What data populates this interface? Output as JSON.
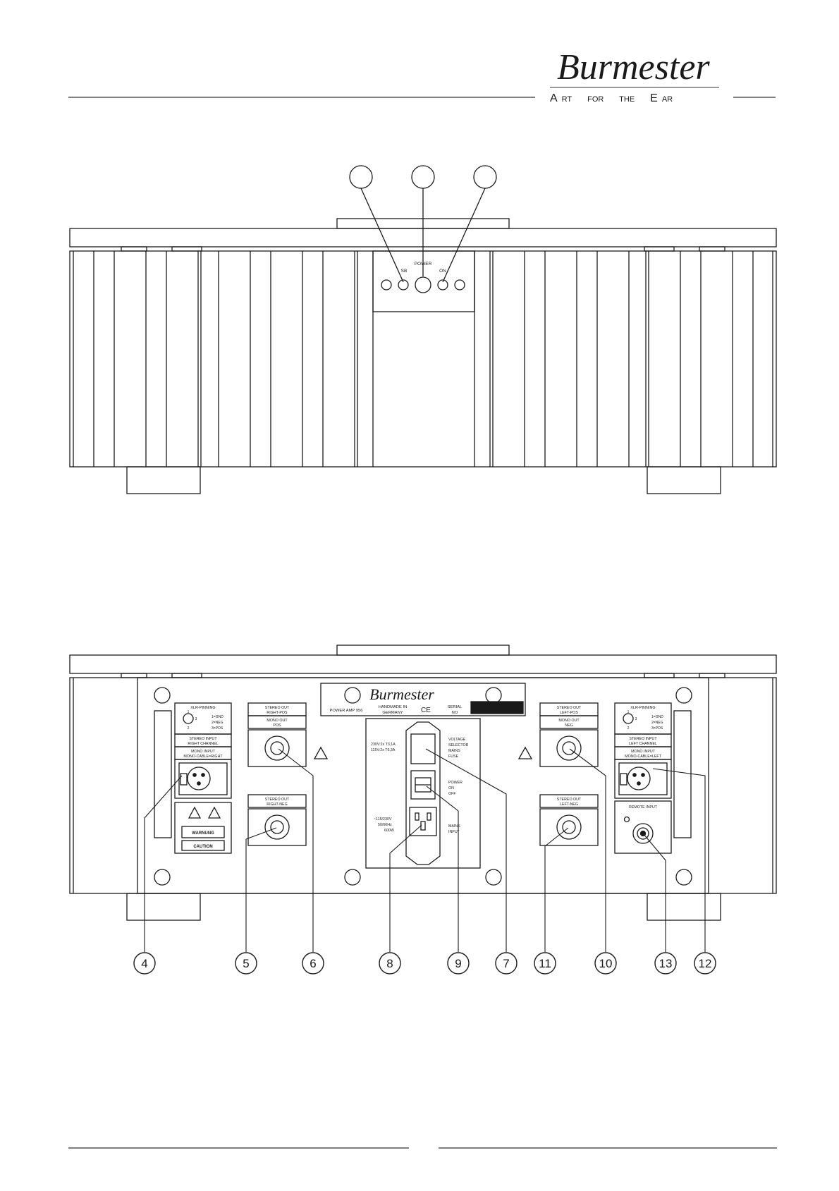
{
  "header": {
    "brand": "Burmester",
    "tagline": {
      "c1": "A",
      "c2": "RT",
      "c3": "FOR",
      "c4": "THE",
      "c5": "E",
      "c6": "AR"
    }
  },
  "front_panel": {
    "power_label": "POWER",
    "sb_label": "SB",
    "on_label": "ON"
  },
  "rear_panel": {
    "plate": {
      "brand": "Burmester",
      "model": "POWER AMP 956",
      "handmade_l1": "HANDMADE IN",
      "handmade_l2": "GERMANY",
      "ce": "CE",
      "serial_l1": "SERIAL",
      "serial_l2": "NO"
    },
    "right_side": {
      "xlr_pinning": "XLR-PINNING",
      "pin_1": "1",
      "pin_2": "2",
      "pin_3": "3",
      "gnd": "1=GND",
      "neg": "2=NEG",
      "pos": "3=POS",
      "stereo_input": "STEREO INPUT",
      "right_channel": "RIGHT CHANNEL",
      "mono_input": "MONO INPUT",
      "mono_cable": "MONO-CABLE=RIGHT",
      "warnung": "WARNUNG",
      "caution": "CAUTION"
    },
    "left_side": {
      "xlr_pinning": "XLR-PINNING",
      "pin_1": "1",
      "pin_2": "2",
      "pin_3": "3",
      "gnd": "1=GND",
      "neg": "2=NEG",
      "pos": "3=POS",
      "stereo_input": "STEREO INPUT",
      "left_channel": "LEFT CHANNEL",
      "mono_input": "MONO INPUT",
      "mono_cable": "MONO-CABLE=LEFT",
      "remote_input": "REMOTE INPUT"
    },
    "outputs": {
      "right_top_l1": "STEREO OUT",
      "right_top_l2": "RIGHT-POS",
      "right_mono_l1": "MONO OUT",
      "right_mono_l2": "POS",
      "right_bottom_l1": "STEREO OUT",
      "right_bottom_l2": "RIGHT-NEG",
      "left_top_l1": "STEREO OUT",
      "left_top_l2": "LEFT-POS",
      "left_mono_l1": "MONO OUT",
      "left_mono_l2": "NEG",
      "left_bottom_l1": "STEREO OUT",
      "left_bottom_l2": "LEFT-NEG"
    },
    "mains": {
      "rating_l1": "230V:2x T3,1A",
      "rating_l2": "115V:2x T6,3A",
      "voltage_l1": "VOLTAGE",
      "voltage_l2": "SELECTOR",
      "voltage_l3": "MAINS",
      "voltage_l4": "FUSE",
      "power_l1": "POWER",
      "power_l2": "ON",
      "power_l3": "OFF",
      "spec_l1": "~115/230V",
      "spec_l2": "50/60Hz",
      "spec_l3": "600W",
      "input_l1": "MAINS",
      "input_l2": "INPUT"
    }
  },
  "callouts": {
    "n4": "4",
    "n5": "5",
    "n6": "6",
    "n8": "8",
    "n9": "9",
    "n7": "7",
    "n11": "11",
    "n10": "10",
    "n13": "13",
    "n12": "12"
  }
}
